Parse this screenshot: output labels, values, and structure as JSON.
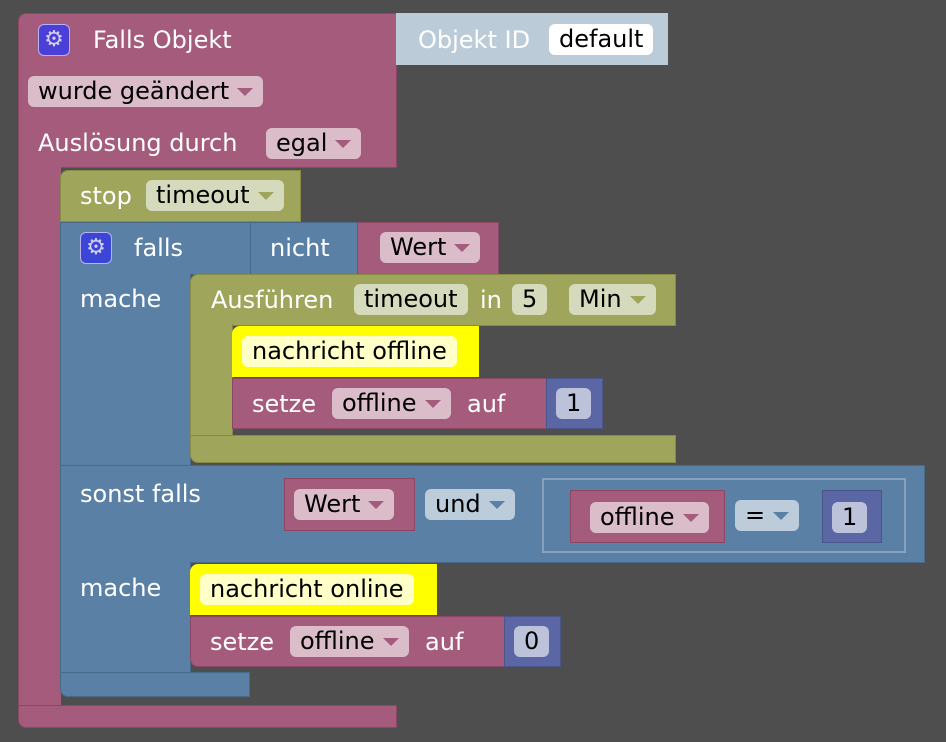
{
  "event": {
    "title": "Falls Objekt",
    "object_id_label": "Objekt ID",
    "object_id_value": "default",
    "change_mode": "wurde geändert",
    "trigger_label": "Auslösung durch",
    "trigger_value": "egal"
  },
  "stop": {
    "label": "stop",
    "value": "timeout"
  },
  "if_block": {
    "if_label": "falls",
    "not_label": "nicht",
    "if_var": "Wert",
    "do_label": "mache",
    "elseif_label": "sonst falls",
    "elseif_var": "Wert",
    "logic_op": "und",
    "compare_var": "offline",
    "compare_op": "=",
    "compare_value": "1",
    "do2_label": "mache"
  },
  "timeout": {
    "label": "Ausführen",
    "name": "timeout",
    "in_label": "in",
    "value": "5",
    "unit": "Min"
  },
  "branch1": {
    "comment": "nachricht offline",
    "set_label": "setze",
    "var": "offline",
    "to_label": "auf",
    "value": "1"
  },
  "branch2": {
    "comment": "nachricht online",
    "set_label": "setze",
    "var": "offline",
    "to_label": "auf",
    "value": "0"
  }
}
